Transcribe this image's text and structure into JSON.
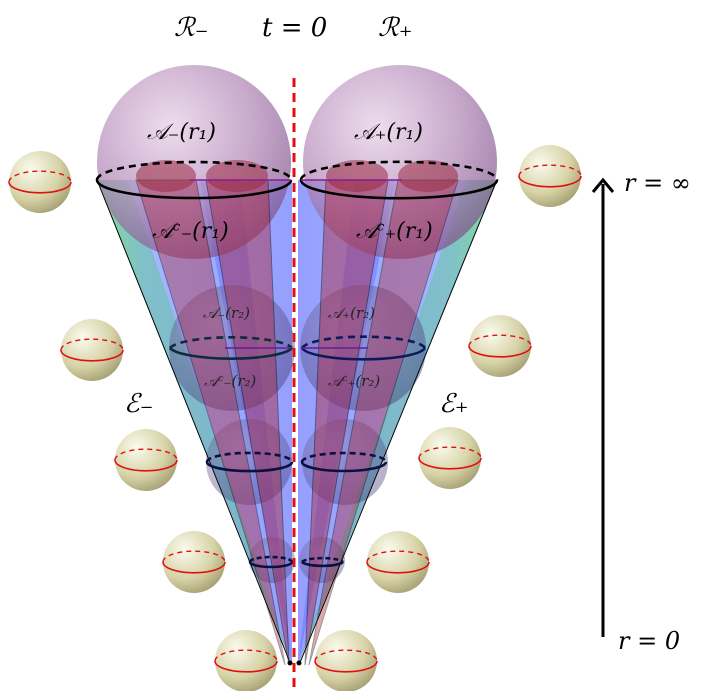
{
  "labels": {
    "r_minus": "ℛ₋",
    "t_zero": "t = 0",
    "r_plus": "ℛ₊",
    "r_inf": "r = ∞",
    "r_zero": "r = 0",
    "e_minus": "ℰ₋",
    "e_plus": "ℰ₊",
    "a_minus_r1": "𝒜₋(r₁)",
    "a_plus_r1": "𝒜₊(r₁)",
    "ac_minus_r1": "𝒜ᶜ₋(r₁)",
    "ac_plus_r1": "𝒜ᶜ₊(r₁)",
    "a_minus_r2": "𝒜₋(r₂)",
    "a_plus_r2": "𝒜₊(r₂)",
    "ac_minus_r2": "𝒜ᶜ₋(r₂)",
    "ac_plus_r2": "𝒜ᶜ₊(r₂)"
  },
  "colors": {
    "axis_dash": "#e01010",
    "cone_blue": "#5a74ff",
    "cone_green": "#46d06a",
    "cone_red": "#b0283a",
    "sphere_big": "#a070a8",
    "sphere_small": "#d8d4a8",
    "ring_red": "#e01010"
  }
}
